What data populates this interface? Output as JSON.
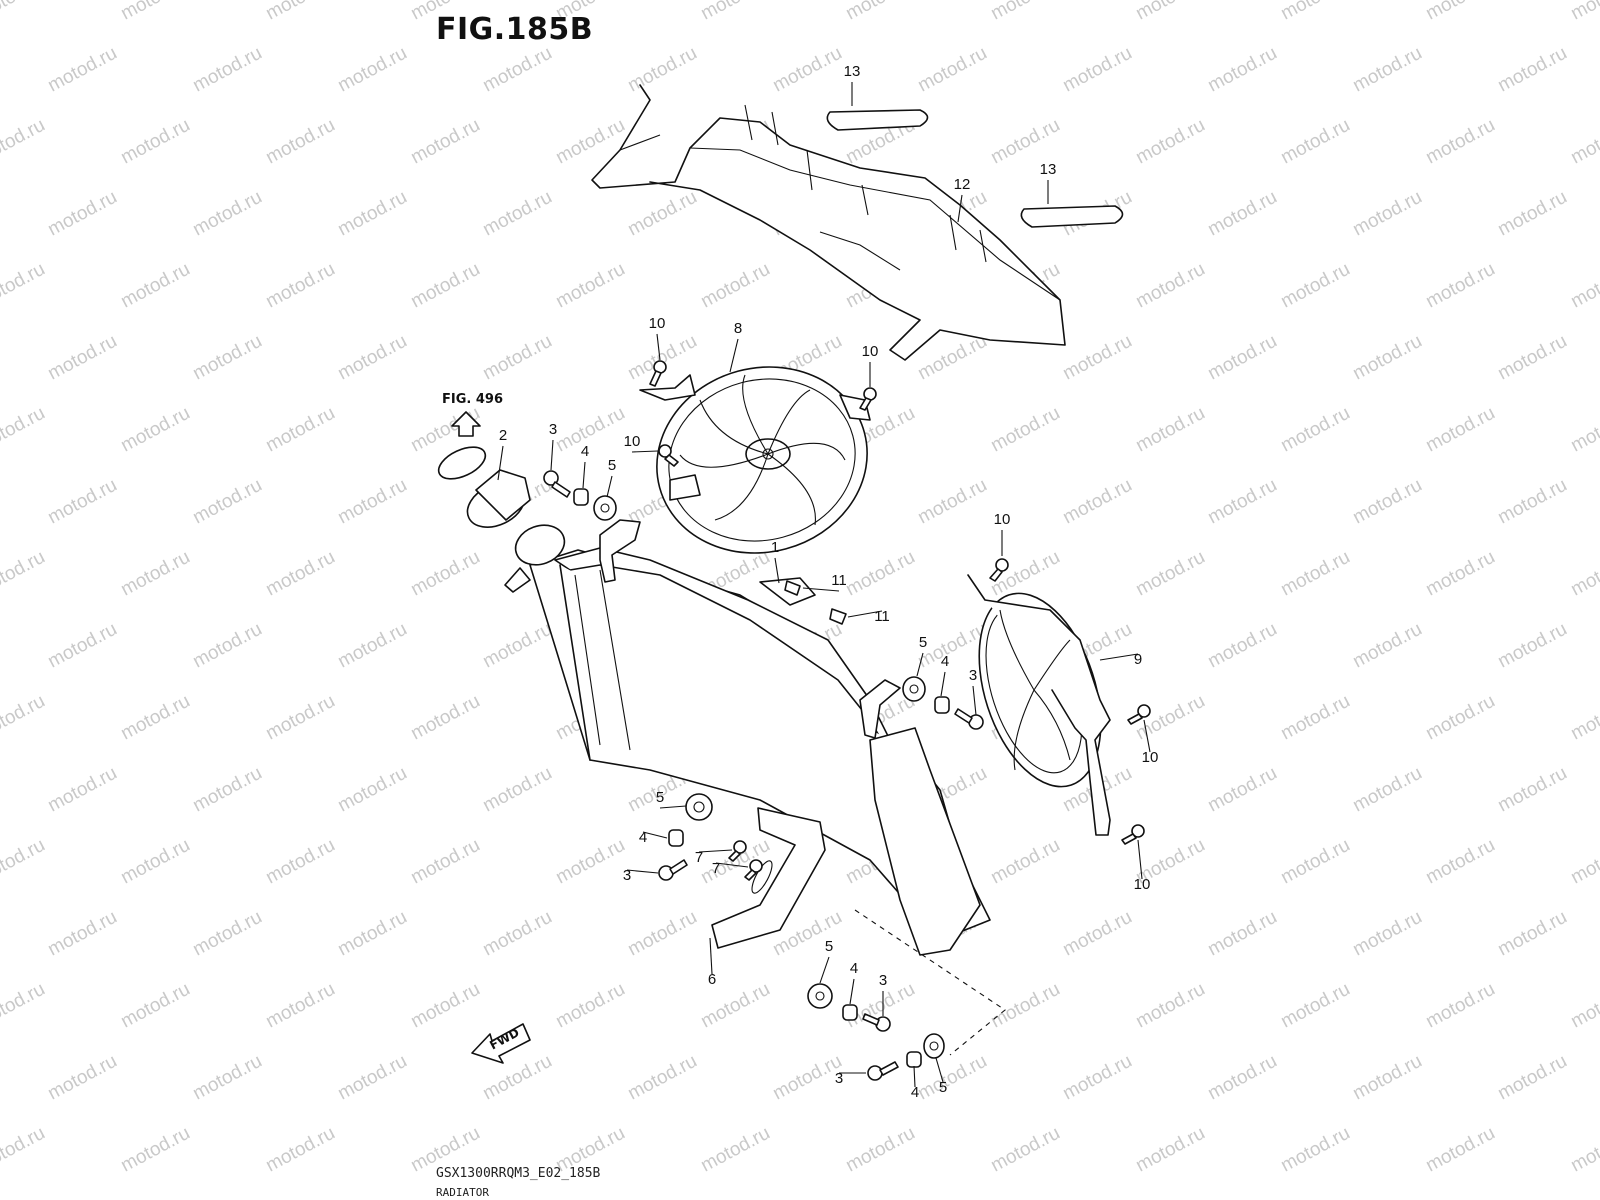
{
  "figure": {
    "title": "FIG.185B",
    "code": "GSX1300RRQM3_E02_185B",
    "name": "RADIATOR",
    "watermark": "motod.ru",
    "reference": "FIG. 496",
    "direction": "FWD"
  },
  "callouts": [
    {
      "ref": "13"
    },
    {
      "ref": "13"
    },
    {
      "ref": "12"
    },
    {
      "ref": "10"
    },
    {
      "ref": "8"
    },
    {
      "ref": "10"
    },
    {
      "ref": "2"
    },
    {
      "ref": "3"
    },
    {
      "ref": "4"
    },
    {
      "ref": "5"
    },
    {
      "ref": "10"
    },
    {
      "ref": "1"
    },
    {
      "ref": "11"
    },
    {
      "ref": "11"
    },
    {
      "ref": "10"
    },
    {
      "ref": "9"
    },
    {
      "ref": "5"
    },
    {
      "ref": "4"
    },
    {
      "ref": "3"
    },
    {
      "ref": "10"
    },
    {
      "ref": "5"
    },
    {
      "ref": "4"
    },
    {
      "ref": "7"
    },
    {
      "ref": "7"
    },
    {
      "ref": "3"
    },
    {
      "ref": "6"
    },
    {
      "ref": "10"
    },
    {
      "ref": "5"
    },
    {
      "ref": "4"
    },
    {
      "ref": "3"
    },
    {
      "ref": "3"
    },
    {
      "ref": "4"
    },
    {
      "ref": "5"
    }
  ]
}
